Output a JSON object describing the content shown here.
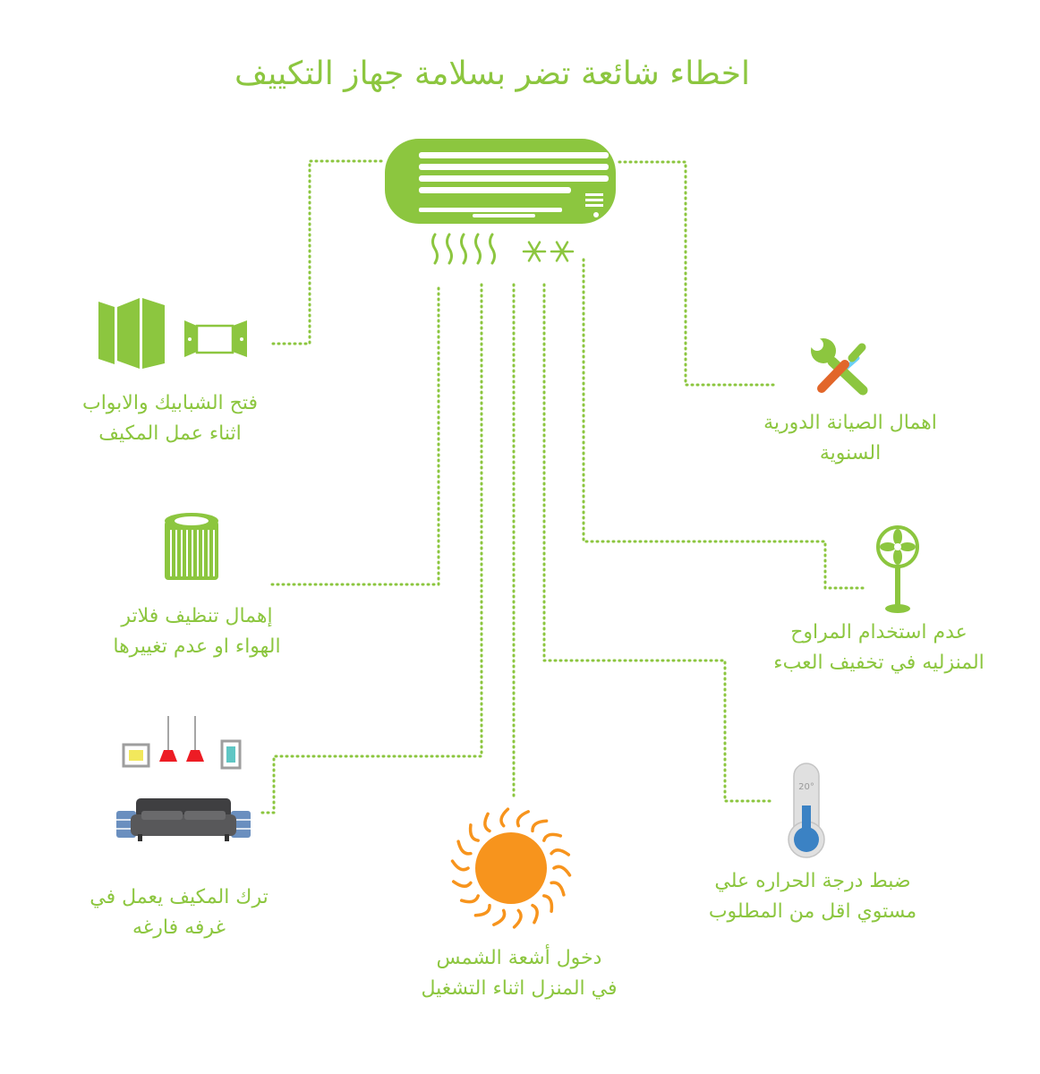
{
  "title": "اخطاء شائعة تضر بسلامة جهاز التكييف",
  "colors": {
    "accent": "#8cc63f",
    "dotted_line": "#8cc63f",
    "sun": "#f7941d",
    "wrench": "#e2662a",
    "screwdriver": "#6ccff6",
    "lamp": "#ed1c24",
    "sofa": "#4d4d4f",
    "cabinet": "#6a8fbf",
    "thermo_bulb": "#3b82c4"
  },
  "items": {
    "windows_doors": {
      "line1": "فتح الشبابيك والابواب",
      "line2": "اثناء عمل المكيف",
      "icon": "door-window-icon"
    },
    "maintenance": {
      "line1": "اهمال الصيانة الدورية",
      "line2": "السنوية",
      "icon": "wrench-screwdriver-icon"
    },
    "filters": {
      "line1": "إهمال تنظيف فلاتر",
      "line2": "الهواء او عدم تغييرها",
      "icon": "air-filter-icon"
    },
    "fans": {
      "line1": "عدم استخدام المراوح",
      "line2": "المنزليه في تخفيف العبء",
      "icon": "standing-fan-icon"
    },
    "empty_room": {
      "line1": "ترك المكيف يعمل في",
      "line2": "غرفه فارغه",
      "icon": "living-room-icon"
    },
    "temperature": {
      "line1": "ضبط درجة الحراره علي",
      "line2": "مستوي اقل من المطلوب",
      "icon": "thermometer-icon",
      "reading": "20°"
    },
    "sunlight": {
      "line1": "دخول أشعة الشمس",
      "line2": "في المنزل اثناء التشغيل",
      "icon": "sun-icon"
    }
  }
}
